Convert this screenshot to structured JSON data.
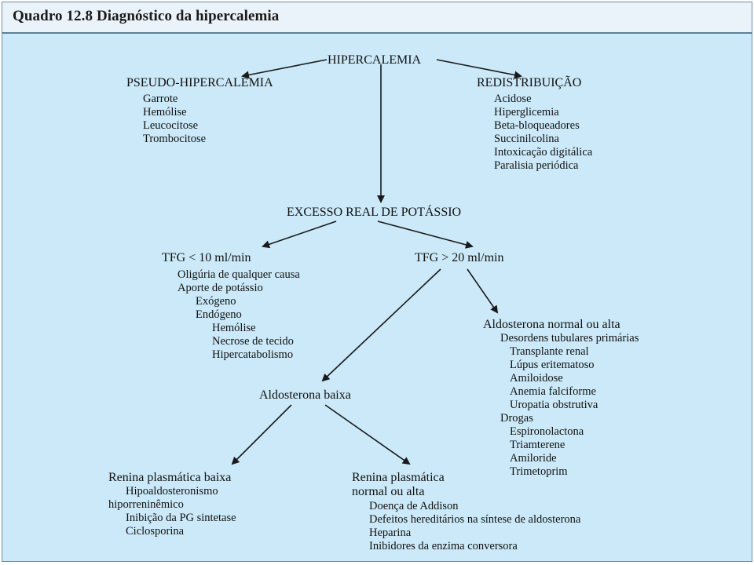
{
  "title": "Quadro 12.8 Diagnóstico da hipercalemia",
  "nodes": {
    "root": "HIPERCALEMIA",
    "pseudo": {
      "heading": "PSEUDO-HIPERCALEMIA",
      "items": [
        "Garrote",
        "Hemólise",
        "Leucocitose",
        "Trombocitose"
      ]
    },
    "redistribution": {
      "heading": "REDISTRIBUIÇÃO",
      "items": [
        "Acidose",
        "Hiperglicemia",
        "Beta-bloqueadores",
        "Succinilcolina",
        "Intoxicação digitálica",
        "Paralisia periódica"
      ]
    },
    "excess": "EXCESSO REAL DE POTÁSSIO",
    "tfg_low": {
      "heading": "TFG < 10 ml/min",
      "items": [
        "Oligúria de qualquer causa",
        "Aporte de potássio",
        "Exógeno",
        "Endógeno",
        "Hemólise",
        "Necrose de tecido",
        "Hipercatabolismo"
      ]
    },
    "tfg_high": "TFG > 20 ml/min",
    "aldo_normal": {
      "heading": "Aldosterona normal ou alta",
      "items": [
        "Desordens tubulares primárias",
        "Transplante renal",
        "Lúpus eritematoso",
        "Amiloidose",
        "Anemia falciforme",
        "Uropatia obstrutiva",
        "Drogas",
        "Espironolactona",
        "Triamterene",
        "Amiloride",
        "Trimetoprim"
      ]
    },
    "aldo_low": "Aldosterona baixa",
    "renin_low": {
      "heading": "Renina plasmática baixa",
      "items": [
        "Hipoaldosteronismo",
        "hiporreninêmico",
        "Inibição da PG sintetase",
        "Ciclosporina"
      ]
    },
    "renin_normal": {
      "heading_line1": "Renina plasmática",
      "heading_line2": "normal ou alta",
      "items": [
        "Doença de Addison",
        "Defeitos hereditários na síntese de aldosterona",
        "Heparina",
        "Inibidores da enzima conversora"
      ]
    }
  }
}
